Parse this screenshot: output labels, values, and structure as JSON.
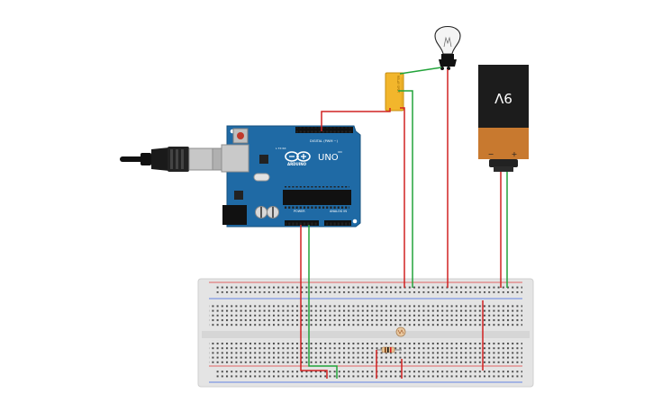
{
  "canvas": {
    "background": "#ffffff"
  },
  "arduino": {
    "brand_text": "ARDUINO",
    "model_text": "UNO",
    "digital_label": "DIGITAL (PWM ~)",
    "power_label": "POWER",
    "analog_label": "ANALOG IN",
    "board_color": "#1f6aa5"
  },
  "battery": {
    "label": "9V",
    "minus_label": "−",
    "plus_label": "+",
    "body_color": "#1c1c1c",
    "band_color": "#c8792f"
  },
  "relay": {
    "body_color": "#f2b62c",
    "text": "RELAY SPDT"
  },
  "usb_cable": {
    "color": "#111111"
  },
  "bulb": {
    "glass_color": "#f4f4f4",
    "socket_color": "#111111"
  },
  "breadboard": {
    "body_color": "#e4e4e4",
    "rail_red": "#e23b3b",
    "rail_blue": "#3b63e2"
  },
  "wire_colors": {
    "red": "#d12222",
    "green": "#22a33a"
  }
}
